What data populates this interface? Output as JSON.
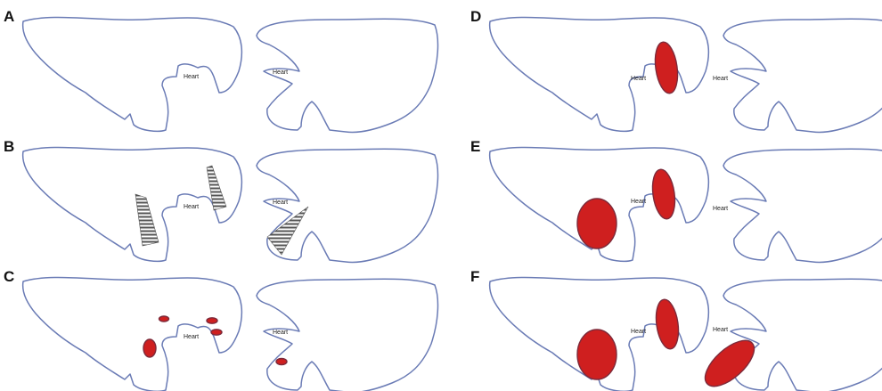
{
  "colors": {
    "outline": "#6a7bb5",
    "lesion_fill": "#cf1f1f",
    "lesion_stroke": "#7d2a3a",
    "hatch": "#555555",
    "text": "#111111"
  },
  "panels": [
    {
      "letter": "A",
      "heart_label": "Heart",
      "lesions": []
    },
    {
      "letter": "B",
      "heart_label": "Heart",
      "lesions": [
        "hatched-wedge-left",
        "hatched-wedge-mid",
        "hatched-wedge-right"
      ]
    },
    {
      "letter": "C",
      "heart_label": "Heart",
      "lesions": [
        "small-dot",
        "small-dot",
        "small-dot",
        "medium-oval",
        "small-dot"
      ]
    },
    {
      "letter": "D",
      "heart_label": "Heart",
      "lesions": [
        "large-oval"
      ]
    },
    {
      "letter": "E",
      "heart_label": "Heart",
      "lesions": [
        "large-oval",
        "large-round"
      ]
    },
    {
      "letter": "F",
      "heart_label": "Heart",
      "lesions": [
        "large-oval",
        "large-round",
        "large-tilted-oval"
      ]
    }
  ]
}
